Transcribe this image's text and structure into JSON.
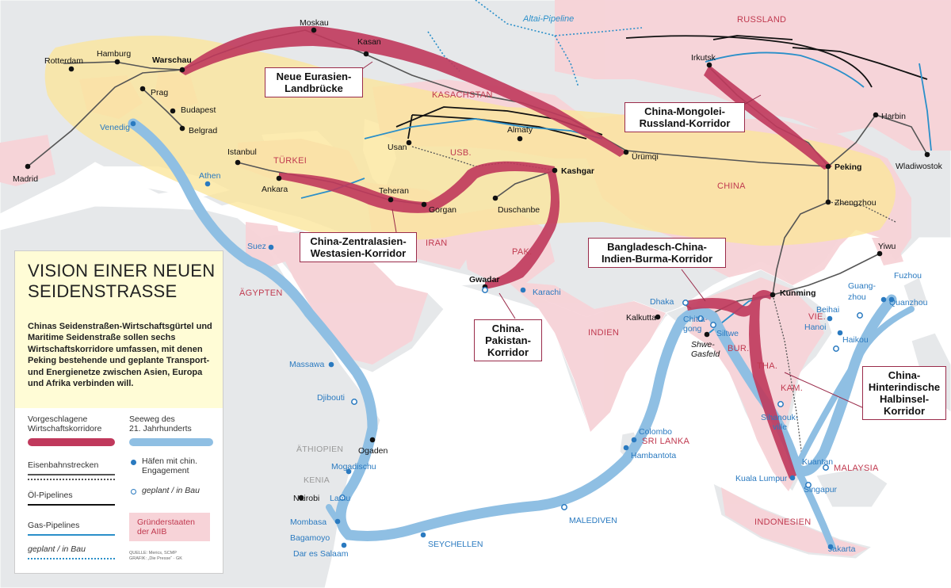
{
  "legend": {
    "title_line1": "VISION EINER NEUEN",
    "title_line2": "SEIDENSTRASSE",
    "intro": "Chinas Seidenstraßen-Wirtschaftsgürtel und Maritime Seidenstraße sollen sechs Wirtschaftskorridore umfassen, mit denen Peking bestehende und geplante Transport- und Energienetze zwischen Asien, Europa und Afrika verbinden will.",
    "corridors_line1": "Vorgeschlagene",
    "corridors_line2": "Wirtschaftskorridore",
    "seaway_line1": "Seeweg des",
    "seaway_line2": "21. Jahrhunderts",
    "rail": "Eisenbahnstrecken",
    "oil": "Öl-Pipelines",
    "gas": "Gas-Pipelines",
    "planned": "geplant / in Bau",
    "ports_line1": "Häfen mit chin.",
    "ports_line2": "Engagement",
    "ports_planned": "geplant / in Bau",
    "aiib_line1": "Gründerstaaten",
    "aiib_line2": "der AIIB",
    "source_line1": "QUELLE: Merics, SCMP",
    "source_line2": "GRAFIK: „Die Presse“ · GK"
  },
  "corridors": {
    "eurasia_line1": "Neue Eurasien-",
    "eurasia_line2": "Landbrücke",
    "mongolia_line1": "China-Mongolei-",
    "mongolia_line2": "Russland-Korridor",
    "central_line1": "China-Zentralasien-",
    "central_line2": "Westasien-Korridor",
    "bcim_line1": "Bangladesch-China-",
    "bcim_line2": "Indien-Burma-Korridor",
    "pakistan_line1": "China-",
    "pakistan_line2": "Pakistan-",
    "pakistan_line3": "Korridor",
    "indochina_line1": "China-",
    "indochina_line2": "Hinterindische",
    "indochina_line3": "Halbinsel-",
    "indochina_line4": "Korridor"
  },
  "countries": {
    "russland": "RUSSLAND",
    "kasachstan": "KASACHSTAN",
    "usb": "USB.",
    "tuerkei": "TÜRKEI",
    "china": "CHINA",
    "iran": "IRAN",
    "pak": "PAK.",
    "indien": "INDIEN",
    "aegypten": "ÄGYPTEN",
    "aethiopien": "ÄTHIOPIEN",
    "kenia": "KENIA",
    "sri_lanka": "SRI LANKA",
    "bur": "BUR.",
    "tha": "THA.",
    "kam": "KAM.",
    "vie": "VIE.",
    "malaysia": "MALAYSIA",
    "indonesien": "INDONESIEN"
  },
  "pipelines": {
    "altai": "Altai-Pipeline"
  },
  "cities": {
    "moskau": "Moskau",
    "kasan": "Kasan",
    "rotterdam": "Rotterdam",
    "hamburg": "Hamburg",
    "warschau": "Warschau",
    "prag": "Prag",
    "budapest": "Budapest",
    "belgrad": "Belgrad",
    "madrid": "Madrid",
    "istanbul": "Istanbul",
    "ankara": "Ankara",
    "teheran": "Teheran",
    "gorgan": "Gorgan",
    "usan": "Usan",
    "almaty": "Almaty",
    "duschanbe": "Duschanbe",
    "kashgar": "Kashgar",
    "uerumqi": "Ürümqi",
    "irkutsk": "Irkutsk",
    "harbin": "Harbin",
    "wladiwostok": "Wladiwostok",
    "peking": "Peking",
    "zhengzhou": "Zhengzhou",
    "yiwu": "Yiwu",
    "kunming": "Kunming",
    "gwadar": "Gwadar",
    "kalkutta": "Kalkutta",
    "ogaden": "Ogaden",
    "nairobi": "Nairobi",
    "shwe_line1": "Shwe-",
    "shwe_line2": "Gasfeld"
  },
  "ports": {
    "venedig": "Venedig",
    "athen": "Athen",
    "suez": "Suez",
    "massawa": "Massawa",
    "djibouti": "Djibouti",
    "mogadischu": "Mogadischu",
    "lamu": "Lamu",
    "mombasa": "Mombasa",
    "bagamoyo": "Bagamoyo",
    "dar_es_salaam": "Dar es Salaam",
    "seychellen": "SEYCHELLEN",
    "malediven": "MALEDIVEN",
    "colombo": "Colombo",
    "hambantota": "Hambantota",
    "karachi": "Karachi",
    "dhaka": "Dhaka",
    "chittagong_line1": "Chitta-",
    "chittagong_line2": "gong",
    "siltwe": "Siltwe",
    "kuala_lumpur": "Kuala Lumpur",
    "singapur": "Singapur",
    "kuantan": "Kuantan",
    "sihanoukville_line1": "Sihanouk-",
    "sihanoukville_line2": "ville",
    "jakarta": "Jakarta",
    "hanoi": "Hanoi",
    "beihai": "Beihai",
    "haikou": "Haikou",
    "guangzhou_line1": "Guang-",
    "guangzhou_line2": "zhou",
    "quanzhou": "Quanzhou",
    "fuzhou": "Fuzhou"
  },
  "colors": {
    "sea": "#ffffff",
    "land": "#e6e8ea",
    "aiib": "#f7d3d8",
    "belt": "#fbe69a",
    "corridor": "#c0395c",
    "seaway": "#8fbfe3",
    "port": "#2a7ac0",
    "country_label": "#c0394f"
  }
}
